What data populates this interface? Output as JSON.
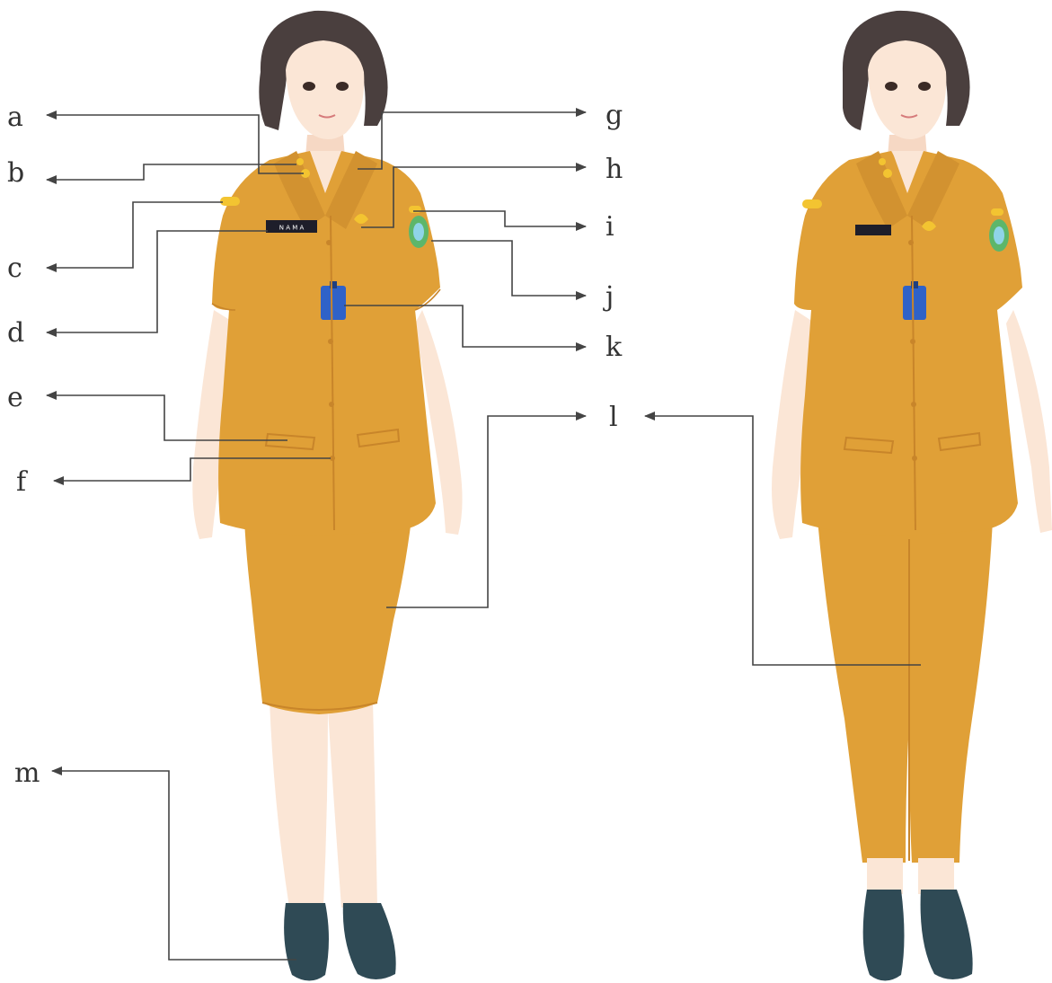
{
  "labels": {
    "a": "a",
    "b": "b",
    "c": "c",
    "d": "d",
    "e": "e",
    "f": "f",
    "g": "g",
    "h": "h",
    "i": "i",
    "j": "j",
    "k": "k",
    "l": "l",
    "m": "m"
  },
  "name_tag_text": "N A M A",
  "colors": {
    "uniform": "#E0A037",
    "uniform_shadow": "#C8852A",
    "skin": "#FBE6D6",
    "hair": "#4A3F3E",
    "shoe": "#2F4A55",
    "id_card": "#2F62C8",
    "name_tag": "#1E1E2A",
    "badge_gold": "#F3C431",
    "patch_green": "#5DB66A",
    "leader_line": "#444444"
  }
}
